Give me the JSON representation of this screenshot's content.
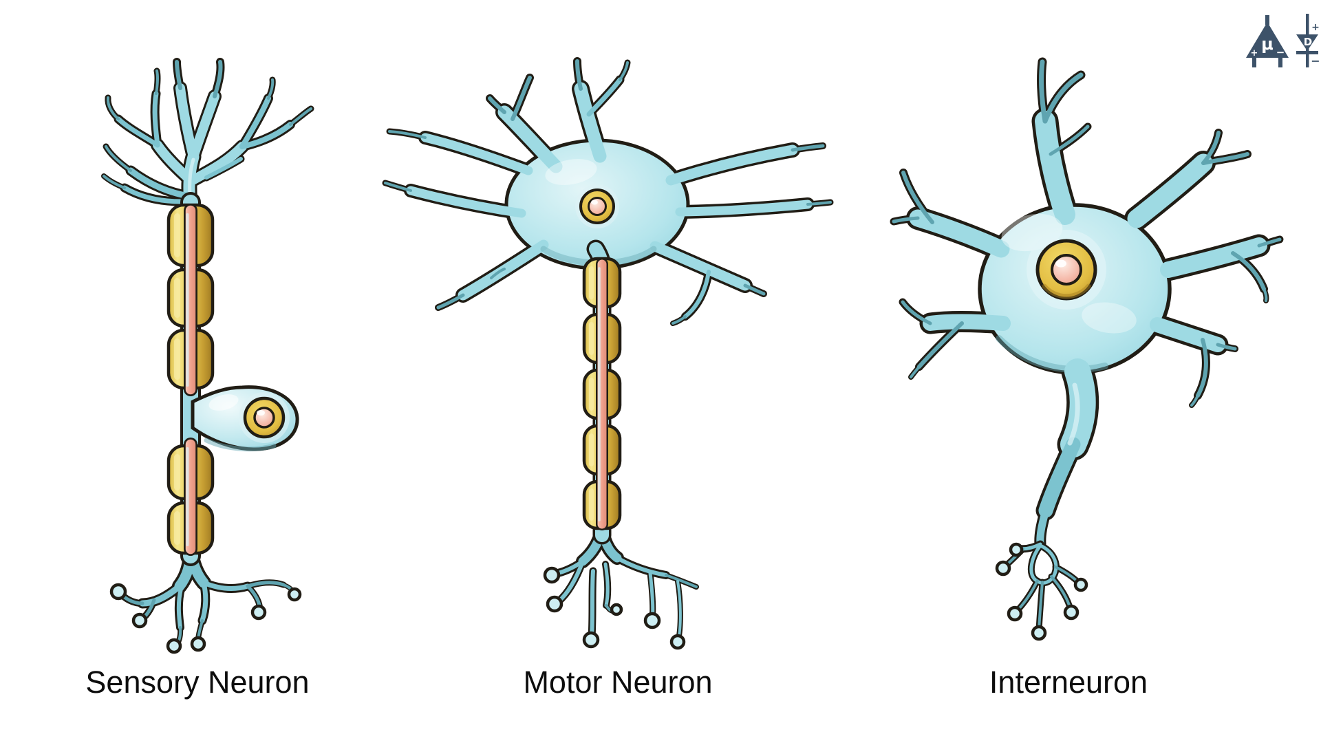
{
  "figures": [
    {
      "id": "sensory-neuron",
      "label": "Sensory Neuron"
    },
    {
      "id": "motor-neuron",
      "label": "Motor Neuron"
    },
    {
      "id": "interneuron",
      "label": "Interneuron"
    }
  ],
  "watermark": {
    "icon": "opamp-diode-logo",
    "color": "#3d5269",
    "opamp_symbol": "μ",
    "opamp_plus": "+",
    "opamp_minus": "−",
    "diode_letter": "D",
    "diode_plus": "+",
    "diode_minus": "−"
  },
  "palette": {
    "background": "#ffffff",
    "outline": "#211d15",
    "membrane_teal_light": "#cdeef2",
    "membrane_teal": "#9edae3",
    "membrane_teal_dark": "#5fa4b0",
    "myelin_gold": "#e8cb55",
    "myelin_gold_dark": "#a07b22",
    "axon_pink": "#f0a28e",
    "nucleus_gold": "#e2bd42",
    "nucleolus_pink": "#f4b4a3",
    "label_color": "#0d0d0d"
  }
}
